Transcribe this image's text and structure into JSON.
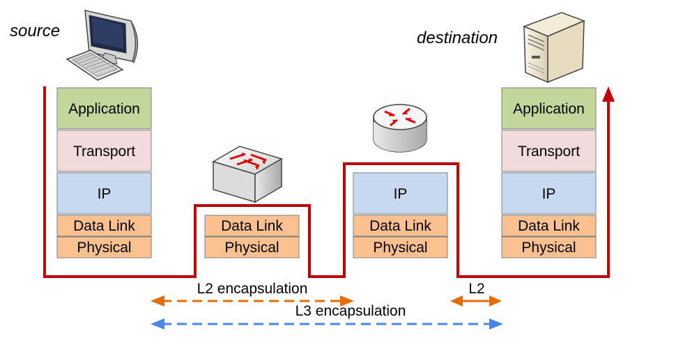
{
  "labels": {
    "source": "source",
    "destination": "destination",
    "l2_encapsulation": "L2 encapsulation",
    "l3_encapsulation": "L3 encapsulation",
    "l2": "L2"
  },
  "stacks": {
    "source": {
      "application": "Application",
      "transport": "Transport",
      "ip": "IP",
      "datalink": "Data Link",
      "physical": "Physical"
    },
    "switch": {
      "datalink": "Data Link",
      "physical": "Physical"
    },
    "router": {
      "ip": "IP",
      "datalink": "Data Link",
      "physical": "Physical"
    },
    "destination": {
      "application": "Application",
      "transport": "Transport",
      "ip": "IP",
      "datalink": "Data Link",
      "physical": "Physical"
    }
  },
  "icons": {
    "source_device": "desktop-computer-icon",
    "switch_device": "network-switch-icon",
    "router_device": "router-icon",
    "destination_device": "server-tower-icon"
  },
  "colors": {
    "application": "#c3d69b",
    "transport": "#f2dcdb",
    "ip": "#c6d9f1",
    "datalink": "#fac090",
    "physical": "#fac090",
    "path": "#c00000",
    "l2_arrow": "#e46c0a",
    "l3_arrow": "#4a86e8"
  }
}
